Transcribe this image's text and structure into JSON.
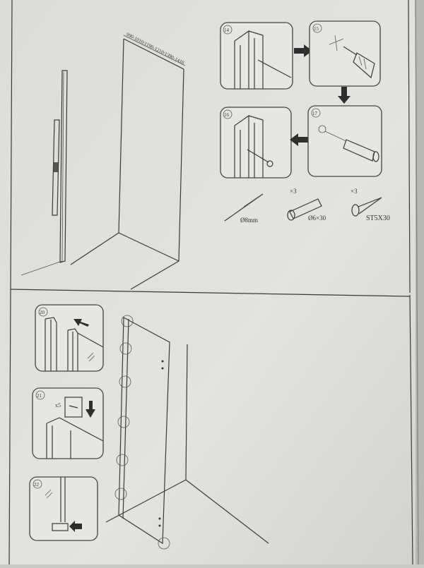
{
  "document": {
    "top_panel": {
      "dimension_label": "990-1010/1190-1210/1390-1410",
      "steps": [
        {
          "number": "14"
        },
        {
          "number": "15"
        },
        {
          "number": "16"
        },
        {
          "number": "17"
        }
      ],
      "parts": [
        {
          "quantity": "",
          "label": "Ø8mm"
        },
        {
          "quantity": "×3",
          "label": "Ø6×30"
        },
        {
          "quantity": "×3",
          "label": "ST5X30"
        }
      ]
    },
    "bottom_panel": {
      "steps": [
        {
          "number": "20"
        },
        {
          "number": "21",
          "quantity": "x5"
        },
        {
          "number": "22"
        }
      ]
    }
  }
}
